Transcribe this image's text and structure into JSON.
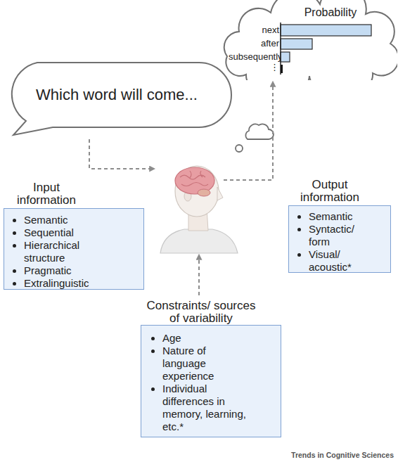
{
  "diagram": {
    "nodes": [
      {
        "text": [
          "Which word will come..."
        ]
      },
      {
        "text": [
          "Probability",
          "next",
          "after",
          "subsequently",
          "⋮"
        ]
      },
      {
        "text": [
          "Input information",
          "Semantic",
          "Sequential",
          "Hierarchical structure",
          "Pragmatic",
          "Extralinguistic"
        ]
      },
      {
        "text": [
          "Output information",
          "Semantic",
          "Syntactic/ form",
          "Visual/ acoustic*"
        ]
      },
      {
        "text": [
          "Constraints/ sources of variability",
          "Age",
          "Nature of language experience",
          "Individual differences in memory, learning, etc.*"
        ]
      }
    ],
    "labels": [
      "Trends in Cognitive Sciences"
    ]
  }
}
